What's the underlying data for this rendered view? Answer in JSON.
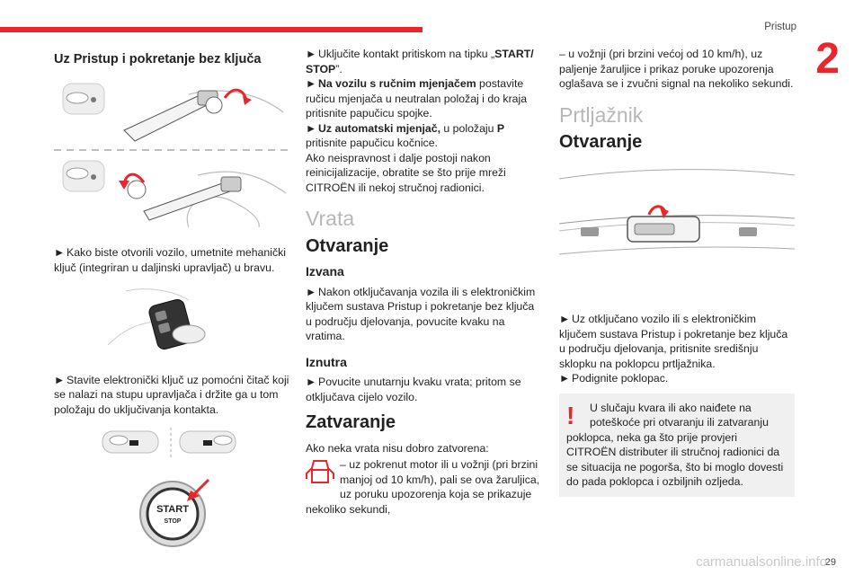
{
  "header": {
    "section": "Pristup",
    "chapter": "2",
    "page": "29"
  },
  "col1": {
    "title": "Uz Pristup i pokretanje bez ključa",
    "p1": "Kako biste otvorili vozilo, umetnite mehanički ključ (integriran u daljinski upravljač) u bravu.",
    "p2": "Stavite elektronički ključ uz pomoćni čitač koji se nalazi na stupu upravljača i držite ga u tom položaju do uključivanja kontakta.",
    "start_label1": "START",
    "start_label2": "STOP"
  },
  "col2": {
    "s1a": "Uključite kontakt pritiskom na tipku „",
    "s1b": "START/ STOP",
    "s1c": "”.",
    "s2a": "Na vozilu s ručnim mjenjačem",
    "s2b": " postavite ručicu mjenjača u neutralan položaj i do kraja pritisnite papučicu spojke.",
    "s3a": "Uz automatski mjenjač,",
    "s3b": " u položaju ",
    "s3c": "P",
    "s3d": " pritisnite papučicu kočnice.",
    "s4": "Ako neispravnost i dalje postoji nakon reinicijalizacije, obratite se što prije mreži CITROËN ili nekoj stručnoj radionici.",
    "h_vrata": "Vrata",
    "h_otvaranje": "Otvaranje",
    "h_izvana": "Izvana",
    "izvana": "Nakon otključavanja vozila ili s elektroničkim ključem sustava Pristup i pokretanje bez ključa u području djelovanja, povucite kvaku na vratima.",
    "h_iznutra": "Iznutra",
    "iznutra": "Povucite unutarnju kvaku vrata; pritom se otključava cijelo vozilo.",
    "h_zatvaranje": "Zatvaranje",
    "zatv1": "Ako neka vrata nisu dobro zatvorena:",
    "zatv2": "– uz pokrenut motor ili u vožnji (pri brzini manjoj od 10 km/h), pali se ova žaruljica, uz poruku upozorenja koja se prikazuje nekoliko sekundi,"
  },
  "col3": {
    "p1": "– u vožnji (pri brzini većoj od 10 km/h), uz paljenje žaruljice i prikaz poruke upozorenja oglašava se i zvučni signal na nekoliko sekundi.",
    "h_prtljaznik": "Prtljažnik",
    "h_otvaranje": "Otvaranje",
    "b1": "Uz otključano vozilo ili s elektroničkim ključem sustava Pristup i pokretanje bez ključa u području djelovanja, pritisnite središnju sklopku na poklopcu prtljažnika.",
    "b2": "Podignite poklopac.",
    "warn": "U slučaju kvara ili ako naiđete na poteškoće pri otvaranju ili zatvaranju poklopca, neka ga što prije provjeri CITROËN distributer ili stručnoj radionici da se situacija ne pogorša, što bi moglo dovesti do pada poklopca i ozbiljnih ozljeda."
  },
  "bullet": "►",
  "watermark": "carmanualsonline.info",
  "colors": {
    "accent": "#e8262c",
    "heading_gray": "#b7b7b7",
    "box_bg": "#f0f0f0"
  }
}
